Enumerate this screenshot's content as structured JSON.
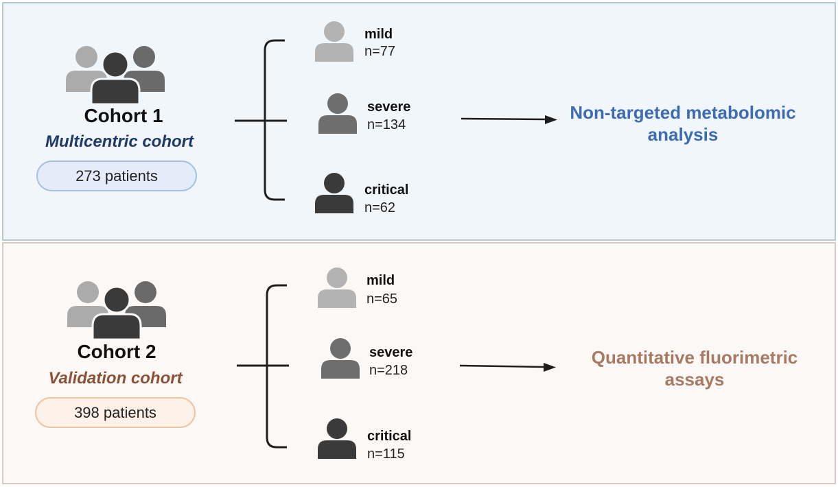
{
  "cohort1": {
    "title": "Cohort 1",
    "subtitle": "Multicentric cohort",
    "patients": "273 patients",
    "groups": [
      {
        "label": "mild",
        "n": "n=77"
      },
      {
        "label": "severe",
        "n": "n=134"
      },
      {
        "label": "critical",
        "n": "n=62"
      }
    ],
    "analysis": "Non-targeted metabolomic analysis"
  },
  "cohort2": {
    "title": "Cohort 2",
    "subtitle": "Validation cohort",
    "patients": "398 patients",
    "groups": [
      {
        "label": "mild",
        "n": "n=65"
      },
      {
        "label": "severe",
        "n": "n=218"
      },
      {
        "label": "critical",
        "n": "n=115"
      }
    ],
    "analysis": "Quantitative fluorimetric assays"
  },
  "colors": {
    "panel1_bg": "#f1f6fb",
    "panel2_bg": "#fcf8f6",
    "analysis1": "#3e6cb2",
    "analysis2": "#a77a64",
    "mild": "#b3b3b3",
    "severe": "#6e6e6e",
    "critical": "#3a3a3a"
  },
  "icons": {
    "group": "people-group-icon",
    "person": "person-icon",
    "bracket": "curly-bracket",
    "arrow": "arrow-right-icon"
  }
}
